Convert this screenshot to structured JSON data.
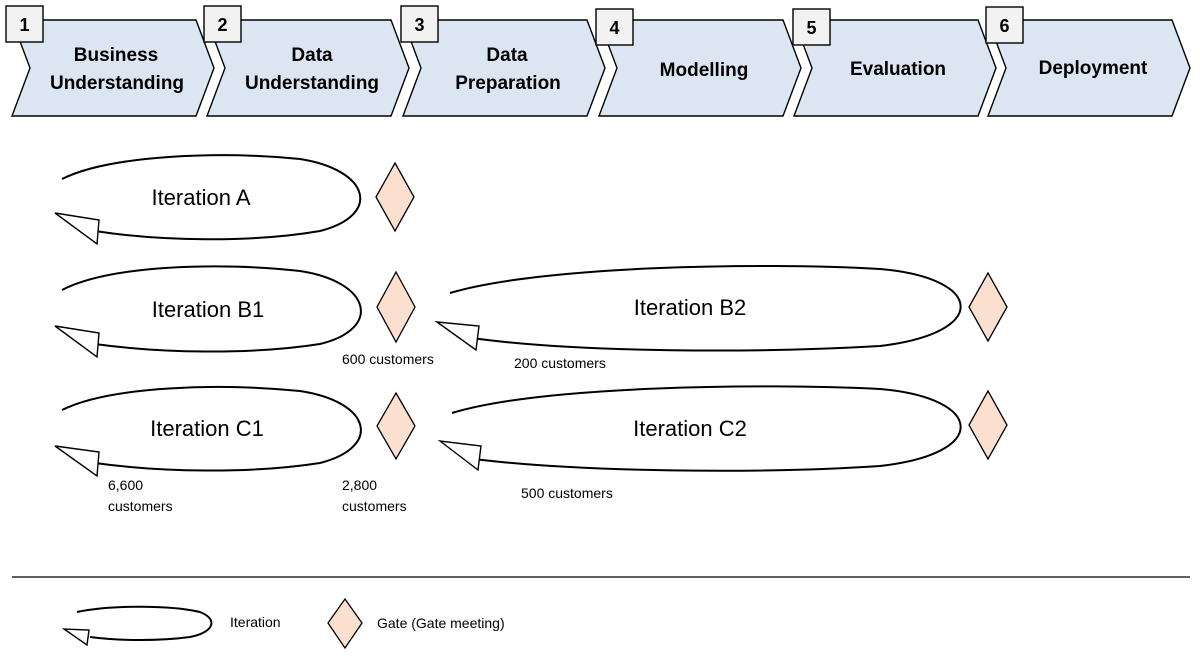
{
  "steps": [
    {
      "number": "1",
      "line1": "Business",
      "line2": "Understanding"
    },
    {
      "number": "2",
      "line1": "Data",
      "line2": "Understanding"
    },
    {
      "number": "3",
      "line1": "Data",
      "line2": "Preparation"
    },
    {
      "number": "4",
      "line1": "Modelling",
      "line2": ""
    },
    {
      "number": "5",
      "line1": "Evaluation",
      "line2": ""
    },
    {
      "number": "6",
      "line1": "Deployment",
      "line2": ""
    }
  ],
  "iterations": {
    "a": {
      "label": "Iteration A"
    },
    "b1": {
      "label": "Iteration B1",
      "count": "600 customers"
    },
    "b2": {
      "label": "Iteration B2",
      "count": "200 customers"
    },
    "c1": {
      "label": "Iteration C1",
      "count_line1": "6,600",
      "count_line2": "customers"
    },
    "c1_gate": {
      "count_line1": "2,800",
      "count_line2": "customers"
    },
    "c2": {
      "label": "Iteration C2",
      "count": "500 customers"
    }
  },
  "legend": {
    "iteration": "Iteration",
    "gate": "Gate (Gate meeting)"
  },
  "colors": {
    "step_fill": "#dce6f2",
    "number_box_fill": "#f2f2f2",
    "gate_fill": "#fbe0cf"
  }
}
